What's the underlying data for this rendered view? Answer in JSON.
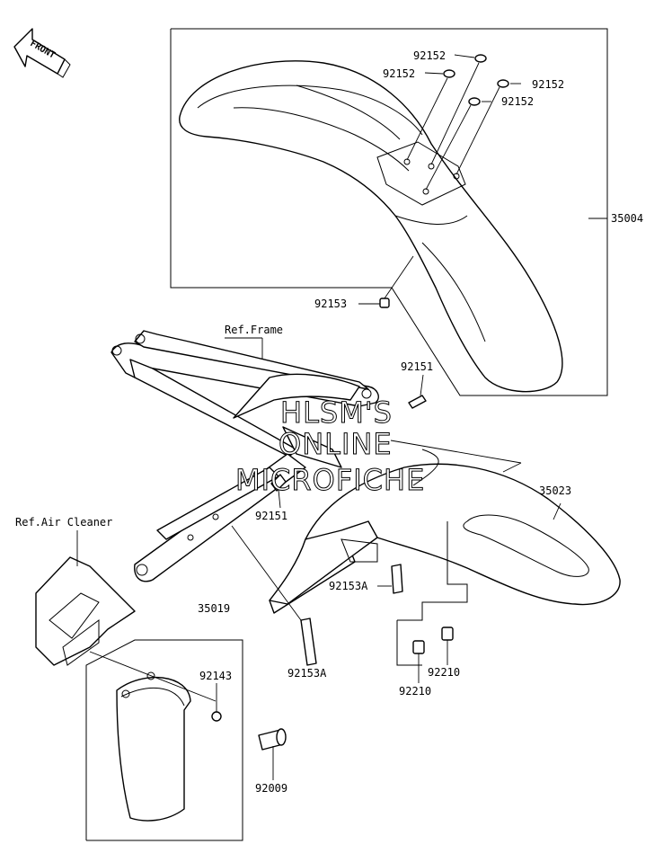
{
  "front_badge": "FRONT",
  "watermark": [
    "HLSM'S",
    "ONLINE",
    "MICROFICHE"
  ],
  "labels": {
    "p92152_a": "92152",
    "p92152_b": "92152",
    "p92152_c": "92152",
    "p92152_d": "92152",
    "p35004": "35004",
    "p92153": "92153",
    "ref_frame": "Ref.Frame",
    "p92151_a": "92151",
    "p92151_b": "92151",
    "p35023": "35023",
    "ref_air_cleaner": "Ref.Air Cleaner",
    "p35019": "35019",
    "p92153a_a": "92153A",
    "p92153a_b": "92153A",
    "p92143": "92143",
    "p92210_a": "92210",
    "p92210_b": "92210",
    "p92009": "92009"
  }
}
